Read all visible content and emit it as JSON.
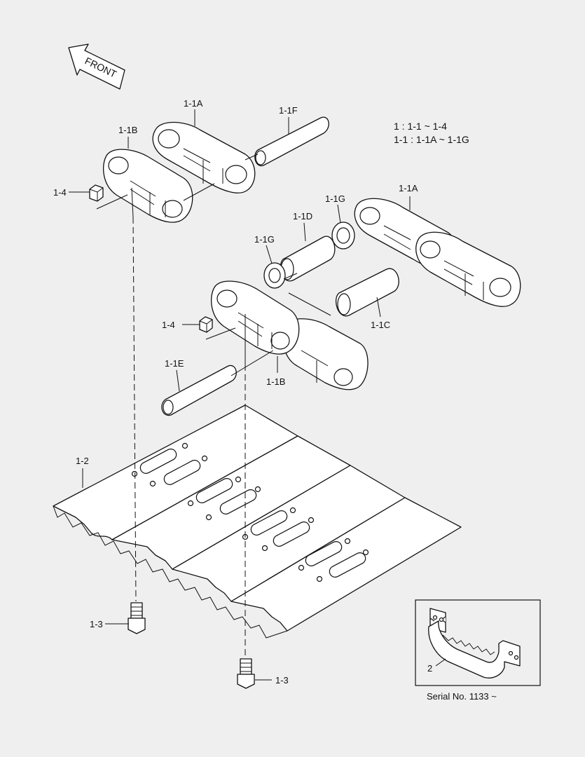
{
  "front_arrow": "FRONT",
  "legend": {
    "line1": "1 : 1-1 ~ 1-4",
    "line2": "1-1 : 1-1A ~ 1-1G"
  },
  "callouts": {
    "link_a_upper": "1-1A",
    "link_a_right": "1-1A",
    "link_b_upper": "1-1B",
    "link_b_lower": "1-1B",
    "pin_upper": "1-1F",
    "seal_right": "1-1G",
    "seal_left": "1-1G",
    "bushing_upper": "1-1D",
    "bushing_lower": "1-1C",
    "pin_lower": "1-1E",
    "nut_upper": "1-4",
    "nut_lower": "1-4",
    "shoe_plate": "1-2",
    "bolt_left": "1-3",
    "bolt_bottom": "1-3"
  },
  "inset": {
    "part_label": "2",
    "caption": "Serial No. 1133 ~"
  }
}
